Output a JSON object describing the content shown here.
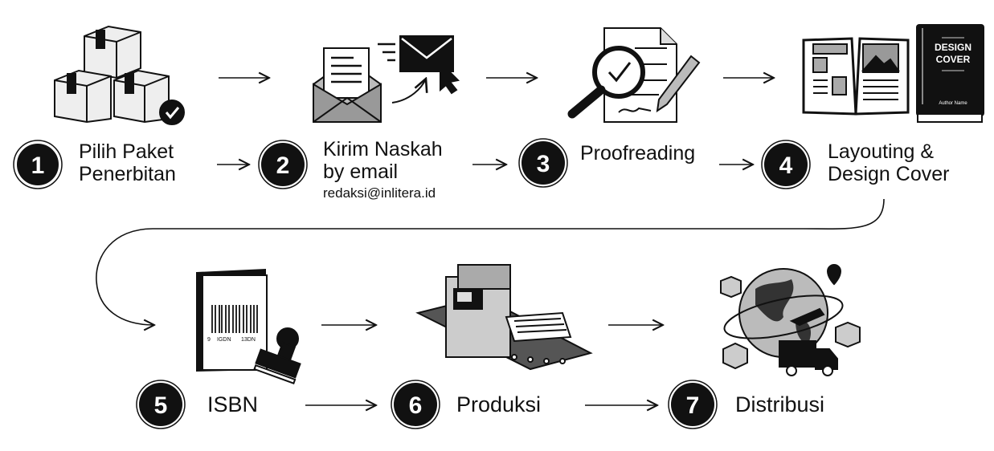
{
  "steps": [
    {
      "number": "1",
      "line1": "Pilih Paket",
      "line2": "Penerbitan"
    },
    {
      "number": "2",
      "line1": "Kirim Naskah",
      "line2": "by email",
      "detail": "redaksi@inlitera.id"
    },
    {
      "number": "3",
      "line1": "Proofreading"
    },
    {
      "number": "4",
      "line1": "Layouting &",
      "line2": "Design Cover"
    },
    {
      "number": "5",
      "line1": "ISBN"
    },
    {
      "number": "6",
      "line1": "Produksi"
    },
    {
      "number": "7",
      "line1": "Distribusi"
    }
  ],
  "cover": {
    "title1": "DESIGN",
    "title2": "COVER",
    "author": "Author Name"
  },
  "barcode": {
    "left": "9",
    "mid": "IGDN",
    "right": "13DN"
  },
  "colors": {
    "ink": "#111111",
    "gray": "#b8b8b8",
    "background": "#ffffff"
  }
}
